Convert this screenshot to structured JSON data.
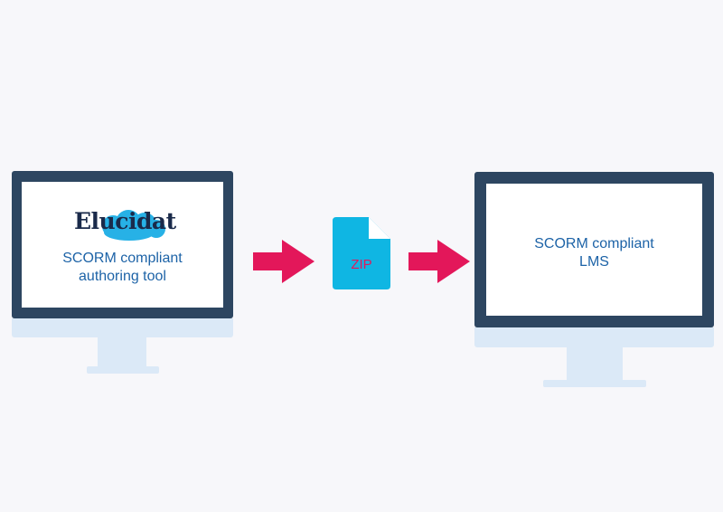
{
  "logo": {
    "text": "Elucidat"
  },
  "left_monitor": {
    "caption_line1": "SCORM compliant",
    "caption_line2": "authoring tool"
  },
  "file": {
    "label": "ZIP"
  },
  "right_monitor": {
    "caption_line1": "SCORM compliant",
    "caption_line2": "LMS"
  },
  "colors": {
    "bezel": "#2d4661",
    "stand": "#dbe9f7",
    "arrow": "#e3175a",
    "file": "#0fb6e3",
    "caption": "#1d63a7",
    "logo_cloud": "#27b1e6"
  },
  "icons": [
    "arrow-right-icon",
    "zip-file-icon",
    "cloud-icon",
    "monitor-icon"
  ]
}
